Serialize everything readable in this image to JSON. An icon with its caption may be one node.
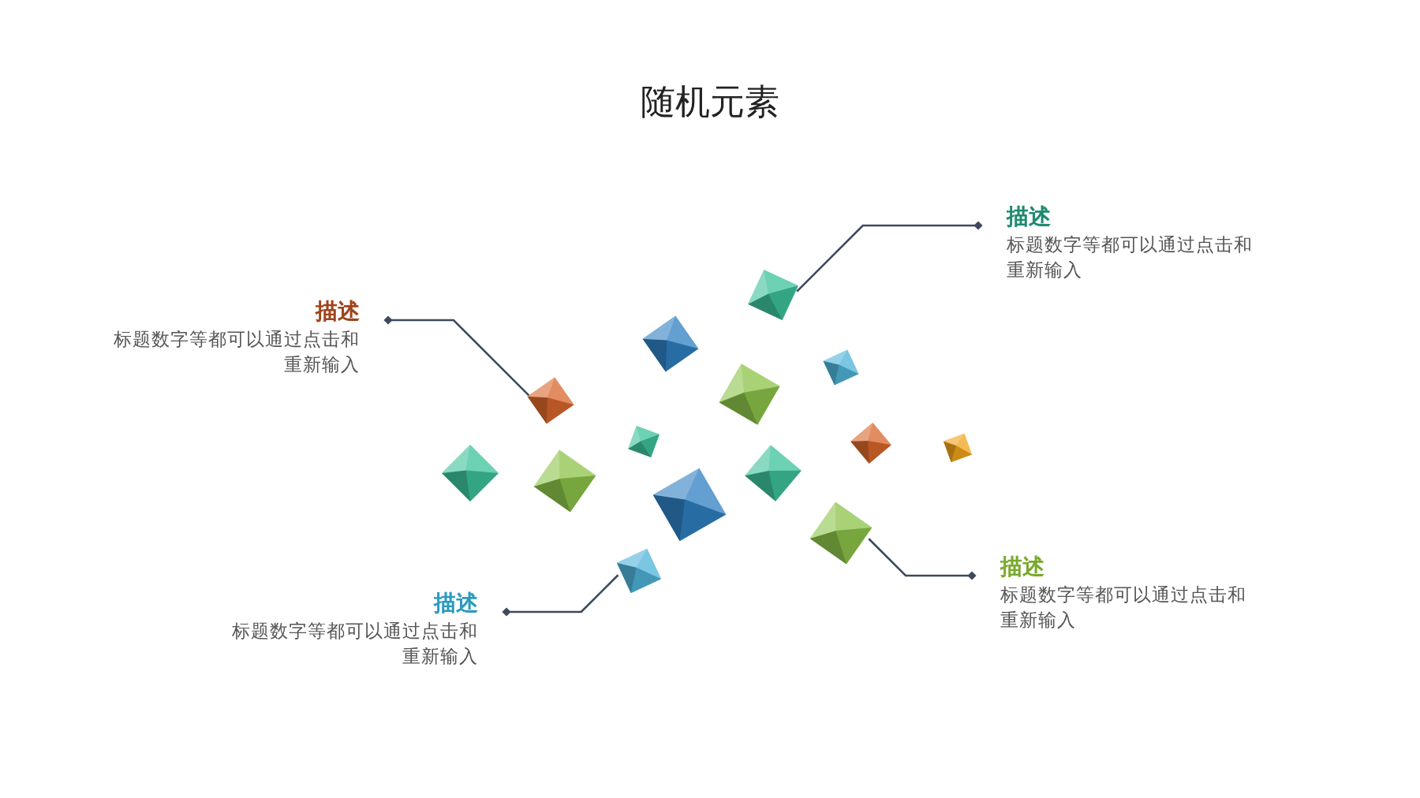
{
  "diagram": {
    "title": "随机元素",
    "nodes": [
      {
        "text": [
          "描述",
          "标题数字等都可以通过点击和重新输入"
        ]
      },
      {
        "text": [
          "描述",
          "标题数字等都可以通过点击和重新输入"
        ]
      },
      {
        "text": [
          "描述",
          "标题数字等都可以通过点击和重新输入"
        ]
      },
      {
        "text": [
          "描述",
          "标题数字等都可以通过点击和重新输入"
        ]
      },
      {
        "text": [],
        "shape": "diamond"
      },
      {
        "text": [],
        "shape": "diamond"
      },
      {
        "text": [],
        "shape": "diamond"
      },
      {
        "text": [],
        "shape": "diamond"
      }
    ],
    "edges": [
      {
        "from": 0,
        "to": 4,
        "arrow": "other"
      },
      {
        "from": 1,
        "to": 5,
        "arrow": "other"
      },
      {
        "from": 2,
        "to": 6,
        "arrow": "other"
      },
      {
        "from": 3,
        "to": 7,
        "arrow": "other"
      }
    ]
  }
}
